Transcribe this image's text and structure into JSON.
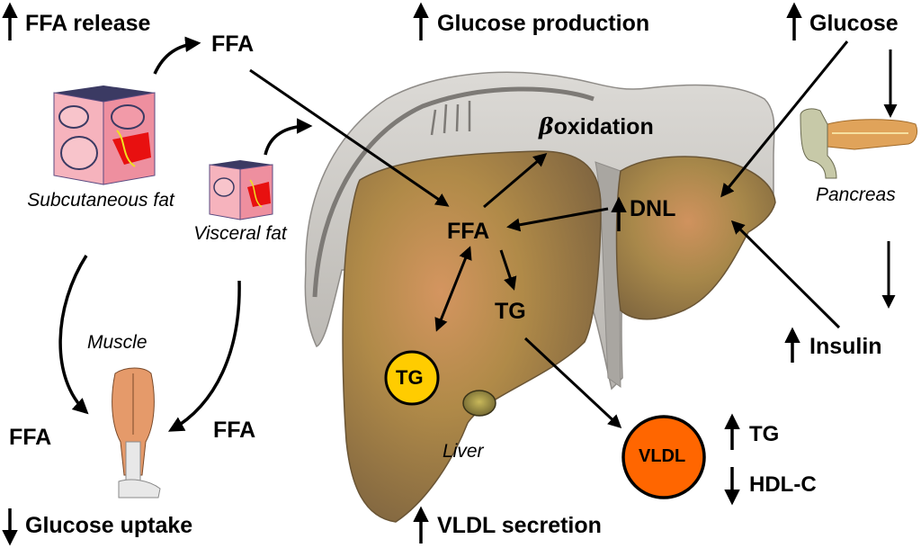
{
  "diagram": {
    "title": "Fatty liver metabolic pathways",
    "top_labels": {
      "ffa_release": "FFA release",
      "glucose_production": "Glucose production",
      "glucose": "Glucose"
    },
    "bottom_labels": {
      "glucose_uptake": "Glucose uptake",
      "vldl_secretion": "VLDL secretion"
    },
    "tissues": {
      "subcutaneous_fat": "Subcutaneous fat",
      "visceral_fat": "Visceral fat",
      "muscle": "Muscle",
      "liver": "Liver",
      "pancreas": "Pancreas"
    },
    "nodes": {
      "ffa_top": "FFA",
      "ffa_liver": "FFA",
      "ffa_muscle_left": "FFA",
      "ffa_muscle_right": "FFA",
      "beta_symbol": "β",
      "beta_oxidation": "oxidation",
      "dnl": "DNL",
      "tg_liver": "TG",
      "tg_storage": "TG",
      "vldl": "VLDL",
      "insulin": "Insulin"
    },
    "lipid_effects": [
      {
        "direction": "up",
        "label": "TG"
      },
      {
        "direction": "down",
        "label": "HDL-C"
      }
    ],
    "indicators": {
      "ffa_release": "up",
      "glucose_production": "up",
      "glucose": "up",
      "dnl": "up",
      "insulin": "up",
      "glucose_uptake": "down",
      "vldl_secretion": "up"
    },
    "colors": {
      "tg_storage_fill": "#ffcc00",
      "vldl_fill": "#ff6600",
      "liver_fill": "#9b7a45",
      "liver_highlight": "#d49560",
      "capsule": "#c8c6c2",
      "adipocyte": "#f6b3bd",
      "muscle": "#e59a6a",
      "pancreas": "#e0a35a"
    }
  }
}
